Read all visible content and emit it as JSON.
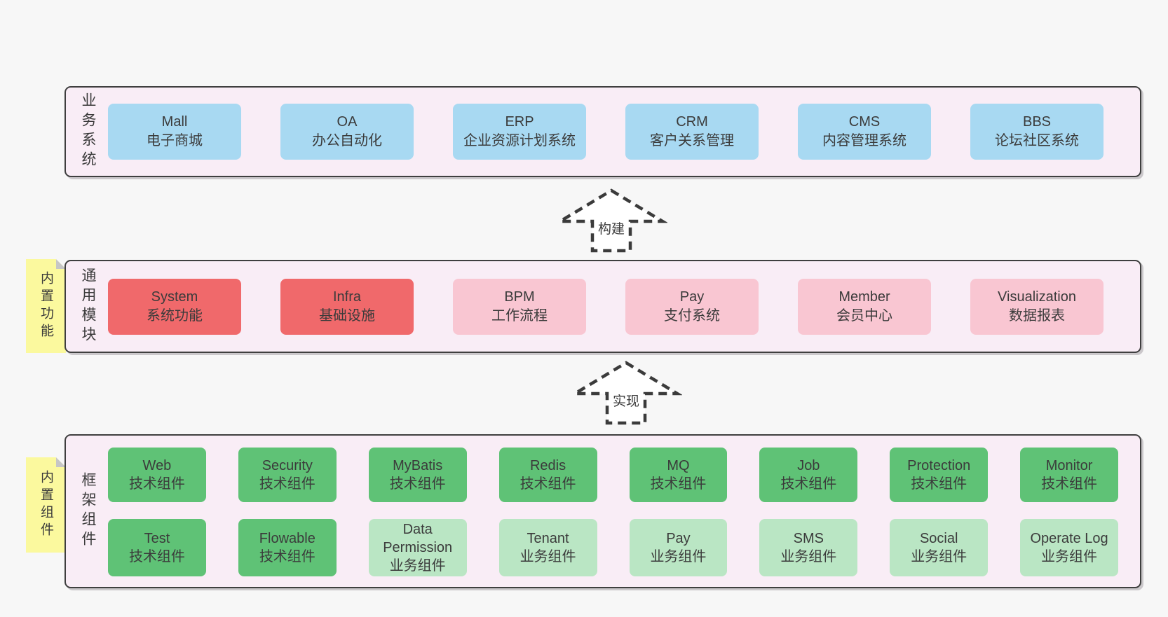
{
  "colors": {
    "page_background": "#f7f7f7",
    "layer_background": "#f9edf6",
    "layer_border": "#3f3f3f",
    "business_box": "#a8d9f2",
    "core_module_box": "#f0696b",
    "optional_module_box": "#f9c6d2",
    "tech_component_box": "#5fc276",
    "biz_component_box": "#bae6c4",
    "sticky_note": "#fbf99e",
    "text": "#3b3b3b"
  },
  "layers": [
    {
      "id": "business",
      "label": "业务系统",
      "boxes": [
        {
          "title": "Mall",
          "subtitle": "电子商城"
        },
        {
          "title": "OA",
          "subtitle": "办公自动化"
        },
        {
          "title": "ERP",
          "subtitle": "企业资源计划系统"
        },
        {
          "title": "CRM",
          "subtitle": "客户关系管理"
        },
        {
          "title": "CMS",
          "subtitle": "内容管理系统"
        },
        {
          "title": "BBS",
          "subtitle": "论坛社区系统"
        }
      ]
    },
    {
      "id": "modules",
      "label": "通用模块",
      "note": "内置功能",
      "boxes": [
        {
          "title": "System",
          "subtitle": "系统功能"
        },
        {
          "title": "Infra",
          "subtitle": "基础设施"
        },
        {
          "title": "BPM",
          "subtitle": "工作流程"
        },
        {
          "title": "Pay",
          "subtitle": "支付系统"
        },
        {
          "title": "Member",
          "subtitle": "会员中心"
        },
        {
          "title": "Visualization",
          "subtitle": "数据报表"
        }
      ]
    },
    {
      "id": "framework",
      "label": "框架组件",
      "note": "内置组件",
      "boxes": [
        {
          "title": "Web",
          "subtitle": "技术组件"
        },
        {
          "title": "Security",
          "subtitle": "技术组件"
        },
        {
          "title": "MyBatis",
          "subtitle": "技术组件"
        },
        {
          "title": "Redis",
          "subtitle": "技术组件"
        },
        {
          "title": "MQ",
          "subtitle": "技术组件"
        },
        {
          "title": "Job",
          "subtitle": "技术组件"
        },
        {
          "title": "Protection",
          "subtitle": "技术组件"
        },
        {
          "title": "Monitor",
          "subtitle": "技术组件"
        },
        {
          "title": "Test",
          "subtitle": "技术组件"
        },
        {
          "title": "Flowable",
          "subtitle": "技术组件"
        },
        {
          "title": "Data Permission",
          "subtitle": "业务组件"
        },
        {
          "title": "Tenant",
          "subtitle": "业务组件"
        },
        {
          "title": "Pay",
          "subtitle": "业务组件"
        },
        {
          "title": "SMS",
          "subtitle": "业务组件"
        },
        {
          "title": "Social",
          "subtitle": "业务组件"
        },
        {
          "title": "Operate Log",
          "subtitle": "业务组件"
        }
      ]
    }
  ],
  "arrows": [
    {
      "label": "构建"
    },
    {
      "label": "实现"
    }
  ]
}
